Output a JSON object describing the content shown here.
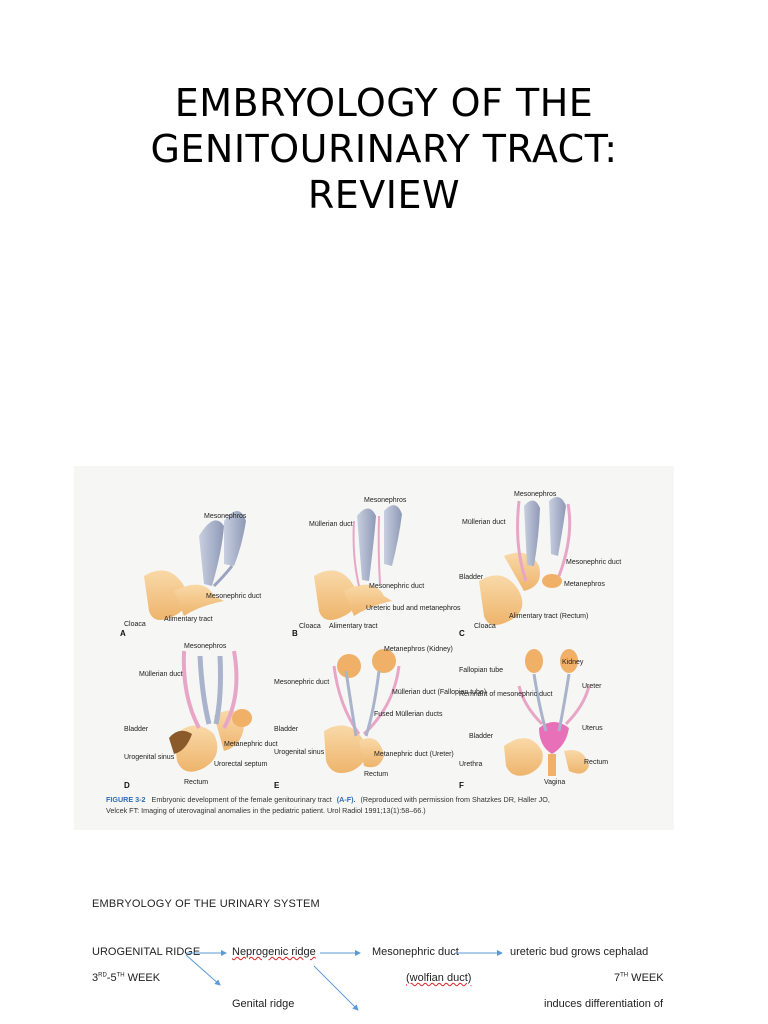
{
  "title": {
    "line1": "EMBRYOLOGY OF THE",
    "line2": "GENITOURINARY TRACT:",
    "line3": "REVIEW"
  },
  "figure": {
    "panel_letters": [
      "A",
      "B",
      "C",
      "D",
      "E",
      "F"
    ],
    "labels": {
      "A": [
        "Mesonephros",
        "Mesonephric duct",
        "Cloaca",
        "Alimentary tract"
      ],
      "B": [
        "Mesonephros",
        "Müllerian duct",
        "Mesonephric duct",
        "Ureteric bud and metanephros",
        "Cloaca",
        "Alimentary tract"
      ],
      "C": [
        "Mesonephros",
        "Müllerian duct",
        "Mesonephric duct",
        "Bladder",
        "Metanephros",
        "Alimentary tract (Rectum)",
        "Cloaca"
      ],
      "D": [
        "Mesonephros",
        "Müllerian duct",
        "Bladder",
        "Metanephric duct",
        "Urogenital sinus",
        "Urorectal septum",
        "Rectum"
      ],
      "E": [
        "Metanephros (Kidney)",
        "Mesonephric duct",
        "Müllerian duct (Fallopian tube)",
        "Bladder",
        "Fused Müllerian ducts",
        "Urogenital sinus",
        "Metanephric duct (Ureter)",
        "Rectum"
      ],
      "F": [
        "Kidney",
        "Fallopian tube",
        "Ureter",
        "Remnant of mesonephric duct",
        "Uterus",
        "Bladder",
        "Urethra",
        "Rectum",
        "Vagina"
      ]
    },
    "caption_bold": "FIGURE 3-2",
    "caption_text": "Embryonic development of the female genitourinary tract",
    "caption_ref": "(A-F).",
    "caption_line1_rest": "(Reproduced with permission from Shatzkes DR, Haller JO,",
    "caption_line2": "Velcek FT: Imaging of uterovaginal anomalies in the pediatric patient. Urol Radiol 1991;13(1):58–66.)"
  },
  "section": {
    "heading": "EMBRYOLOGY OF THE URINARY SYSTEM",
    "row1": [
      "UROGENITAL RIDGE",
      "Neprogenic ridge",
      "Mesonephric duct",
      "ureteric bud grows cephalad"
    ],
    "row2_left_prefix": "3",
    "row2_left_sup": "RD",
    "row2_left_mid": "-5",
    "row2_left_sup2": "TH",
    "row2_left_suffix": " WEEK",
    "row2_mid": "(wolfian duct)",
    "row2_right_num": "7",
    "row2_right_sup": "TH",
    "row2_right_suffix": " WEEK",
    "row3_left": "Genital ridge",
    "row3_right": "induces differentiation of"
  },
  "colors": {
    "flesh": "#f4c98c",
    "duct_gray": "#a9b3cc",
    "duct_pink": "#e8a6c6",
    "caption_blue": "#2f6db5",
    "arrow_blue": "#5b9bd5"
  }
}
